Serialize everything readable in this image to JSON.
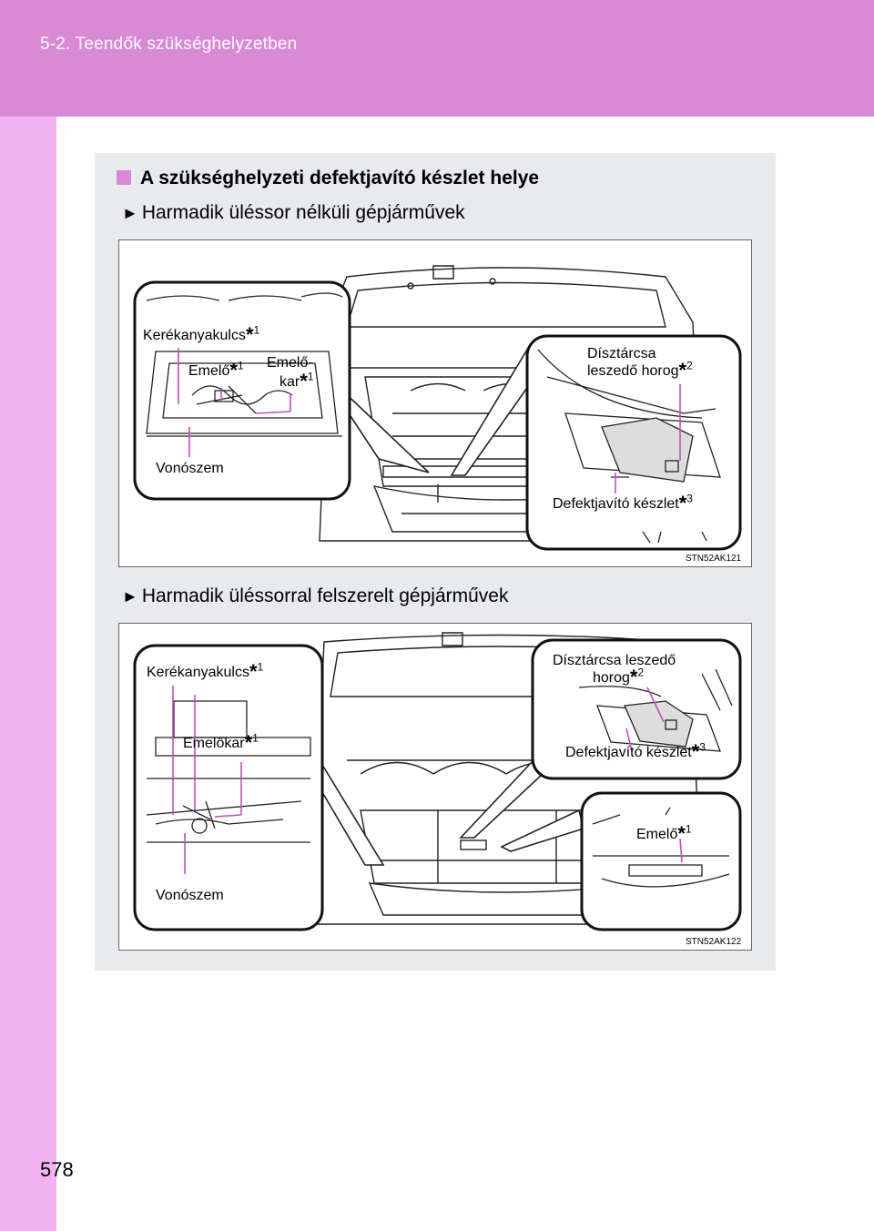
{
  "header": {
    "section": "5-2. Teendők szükséghelyzetben"
  },
  "page_number": "578",
  "section_title": "A szükséghelyzeti defektjavító készlet helye",
  "variants": [
    {
      "title": "Harmadik üléssor nélküli gépjárművek",
      "code": "STN52AK121",
      "labels": {
        "wrench": "Kerékanyakulcs",
        "jack": "Emelő",
        "handle_a": "Emelő-",
        "handle_b": "kar",
        "towing_eye": "Vonószem",
        "hook_a": "Dísztárcsa",
        "hook_b": "leszedő horog",
        "kit": "Defektjavító készlet"
      }
    },
    {
      "title": "Harmadik üléssorral felszerelt gépjárművek",
      "code": "STN52AK122",
      "labels": {
        "wrench": "Kerékanyakulcs",
        "handle": "Emelőkar",
        "towing_eye": "Vonószem",
        "hook_a": "Dísztárcsa leszedő",
        "hook_b": "horog",
        "kit": "Defektjavító készlet",
        "jack": "Emelő"
      }
    }
  ],
  "footnote_marks": {
    "star": "*",
    "n1": "1",
    "n2": "2",
    "n3": "3"
  },
  "colors": {
    "accent": "#d98ad6",
    "sidebar": "#f2b3f0",
    "panel": "#e8eaed",
    "leader": "#c04ec0"
  }
}
